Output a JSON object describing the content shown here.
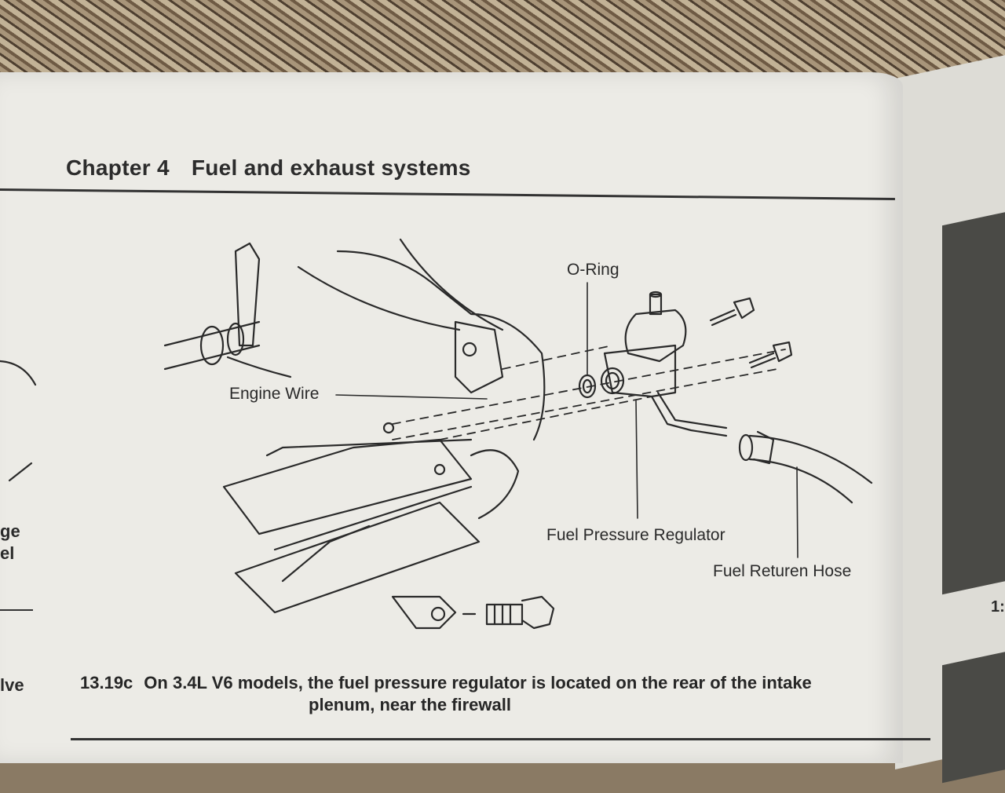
{
  "header": {
    "chapter": "Chapter 4",
    "title": "Fuel and exhaust systems"
  },
  "figure": {
    "labels": {
      "o_ring": "O-Ring",
      "engine_wire": "Engine Wire",
      "fuel_pressure_regulator": "Fuel Pressure Regulator",
      "fuel_return_hose": "Fuel Returen Hose"
    }
  },
  "caption": {
    "number": "13.19c",
    "line1": "On 3.4L V6 models, the fuel pressure regulator is located on the rear of the intake",
    "line2": "plenum, near the firewall"
  },
  "left_margin_fragments": [
    "ge",
    "el",
    "lve"
  ],
  "right_margin_fragments": [
    "1:"
  ]
}
